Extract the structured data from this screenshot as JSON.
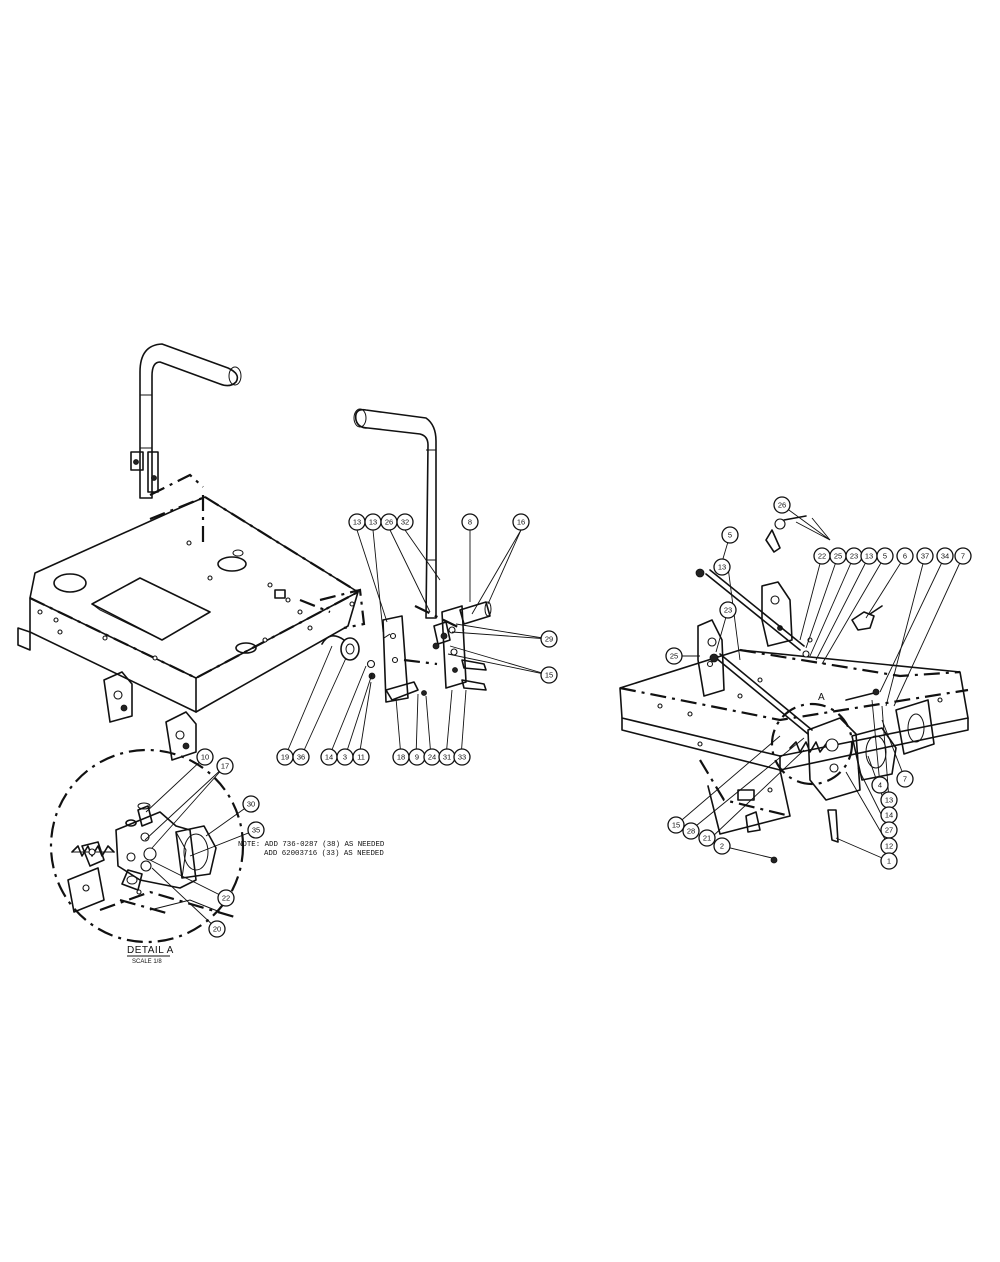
{
  "callouts": {
    "left_assembly": [
      "13",
      "13",
      "26",
      "32",
      "8",
      "16",
      "29",
      "15",
      "19",
      "36",
      "14",
      "3",
      "11",
      "18",
      "9",
      "24",
      "31",
      "33"
    ],
    "detail": [
      "10",
      "17",
      "30",
      "35",
      "22",
      "20"
    ],
    "right_assembly": [
      "26",
      "5",
      "22",
      "25",
      "23",
      "13",
      "5",
      "6",
      "37",
      "34",
      "7",
      "13",
      "23",
      "25",
      "4",
      "13",
      "14",
      "27",
      "12",
      "1",
      "15",
      "28",
      "21",
      "2",
      "7"
    ]
  },
  "note": {
    "line1": "NOTE: ADD 736-0287 (38) AS NEEDED",
    "line2": "ADD 62003716 (33) AS NEEDED"
  },
  "detail_label": {
    "title": "DETAIL A",
    "scale": "SCALE 1/8"
  },
  "detail_marker": "A"
}
